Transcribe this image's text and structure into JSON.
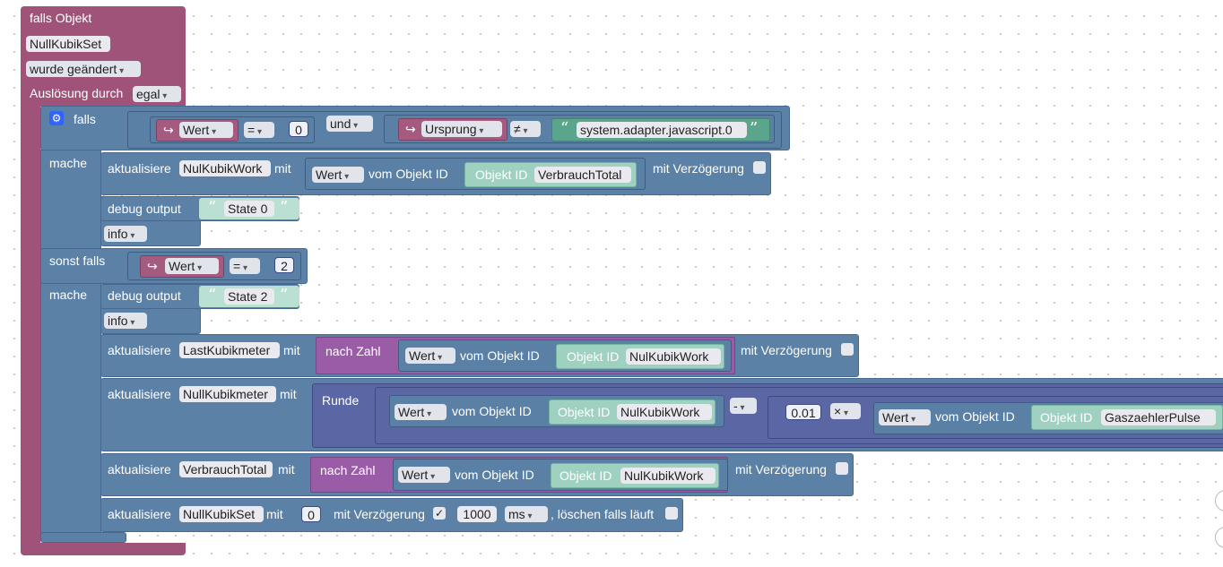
{
  "event": {
    "header": "falls Objekt",
    "object": "NullKubikSet",
    "trigger": "wurde geändert",
    "ausloesung_label": "Auslösung durch",
    "ausloesung_value": "egal"
  },
  "if_block": {
    "falls_label": "falls",
    "cond1_var": "Wert",
    "cond1_op": "=",
    "cond1_value": "0",
    "und_label": "und",
    "cond2_var": "Ursprung",
    "cond2_op": "≠",
    "cond2_value": "system.adapter.javascript.0",
    "mache_label": "mache",
    "update1": {
      "label": "aktualisiere",
      "target": "NulKubikWork",
      "mit": "mit",
      "getter": "Wert",
      "vom": "vom Objekt ID",
      "oid_label": "Objekt ID",
      "oid_value": "VerbrauchTotal",
      "delay_label": "mit Verzögerung"
    },
    "debug1": {
      "label": "debug output",
      "text": "State 0",
      "level": "info"
    },
    "sonst_label": "sonst falls",
    "cond3_var": "Wert",
    "cond3_op": "=",
    "cond3_value": "2",
    "mache2_label": "mache",
    "debug2": {
      "label": "debug output",
      "text": "State 2",
      "level": "info"
    },
    "update2": {
      "label": "aktualisiere",
      "target": "LastKubikmeter",
      "mit": "mit",
      "nach_zahl": "nach Zahl",
      "getter": "Wert",
      "vom": "vom Objekt ID",
      "oid_label": "Objekt ID",
      "oid_value": "NulKubikWork",
      "delay_label": "mit Verzögerung"
    },
    "update3": {
      "label": "aktualisiere",
      "target": "NullKubikmeter",
      "mit": "mit",
      "runde": "Runde",
      "getter1": "Wert",
      "vom1": "vom Objekt ID",
      "oid1_label": "Objekt ID",
      "oid1_value": "NulKubikWork",
      "minus": "-",
      "factor": "0.01",
      "times": "×",
      "getter2": "Wert",
      "vom2": "vom Objekt ID",
      "oid2_label": "Objekt ID",
      "oid2_value": "GaszaehlerPulse"
    },
    "update4": {
      "label": "aktualisiere",
      "target": "VerbrauchTotal",
      "mit": "mit",
      "nach_zahl": "nach Zahl",
      "getter": "Wert",
      "vom": "vom Objekt ID",
      "oid_label": "Objekt ID",
      "oid_value": "NulKubikWork",
      "delay_label": "mit Verzögerung"
    },
    "update5": {
      "label": "aktualisiere",
      "target": "NullKubikSet",
      "mit": "mit",
      "value": "0",
      "delay_label": "mit Verzögerung",
      "delay_check": "✓",
      "delay_value": "1000",
      "unit": "ms",
      "clear_label": ", löschen falls läuft"
    }
  }
}
